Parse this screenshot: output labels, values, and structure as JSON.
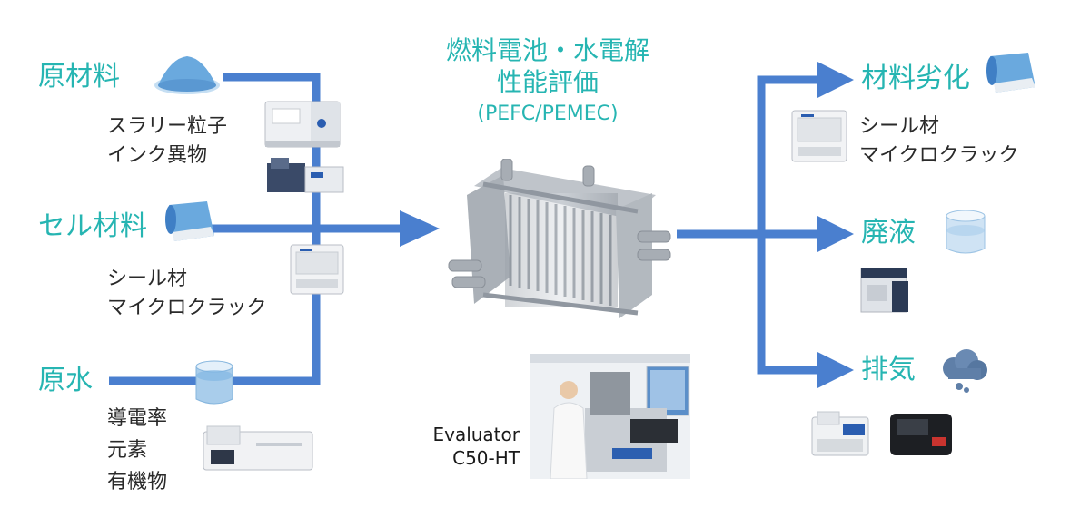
{
  "title": {
    "line1": "燃料電池・水電解",
    "line2": "性能評価",
    "line3": "(PEFC/PEMEC)"
  },
  "inputs": {
    "raw_material": {
      "label": "原材料",
      "notes": [
        "スラリー粒子",
        "インク異物"
      ]
    },
    "cell_material": {
      "label": "セル材料",
      "notes": [
        "シール材",
        "マイクロクラック"
      ]
    },
    "raw_water": {
      "label": "原水",
      "notes": [
        "導電率",
        "元素",
        "有機物"
      ]
    }
  },
  "outputs": {
    "degradation": {
      "label": "材料劣化",
      "notes": [
        "シール材",
        "マイクロクラック"
      ]
    },
    "waste_liquid": {
      "label": "廃液"
    },
    "exhaust": {
      "label": "排気"
    }
  },
  "photo_caption": {
    "line1": "Evaluator",
    "line2": "C50-HT"
  },
  "colors": {
    "accent": "#26b5b2",
    "arrow": "#4a7fcf"
  }
}
